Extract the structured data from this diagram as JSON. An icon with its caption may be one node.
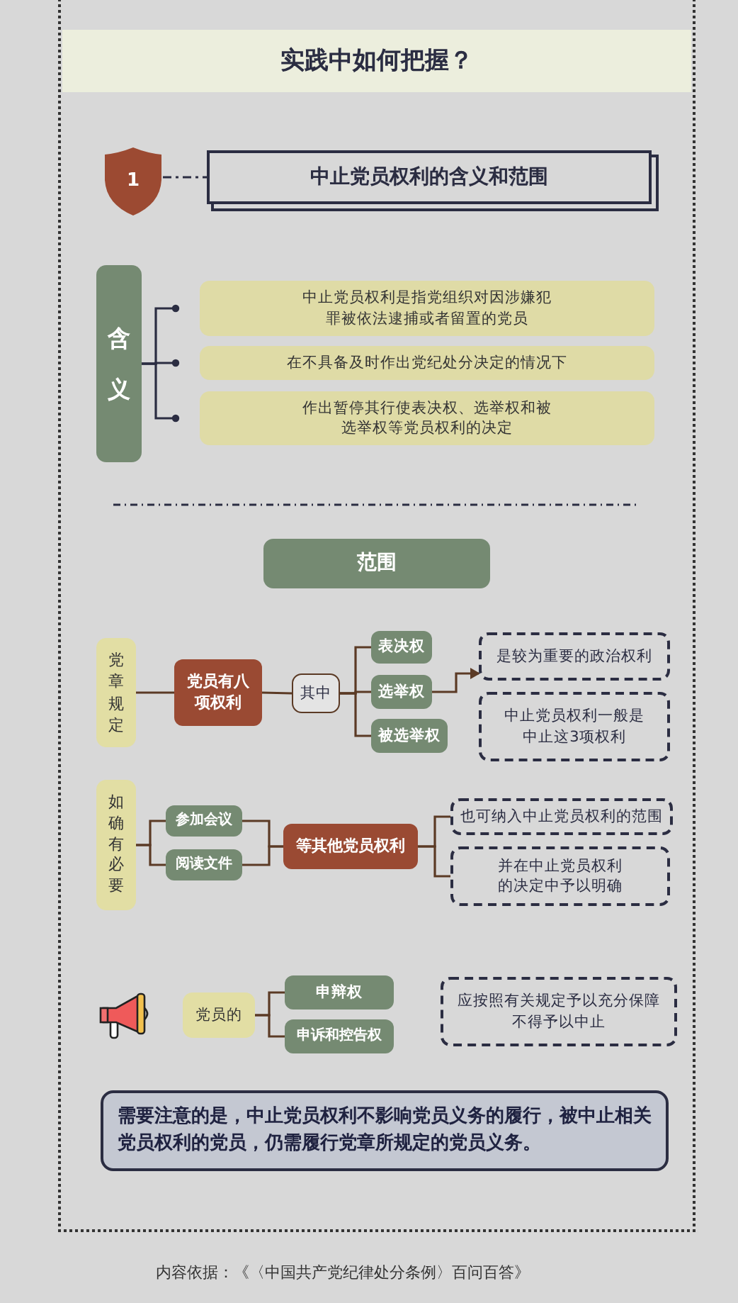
{
  "diagram": {
    "title": "实践中如何把握？",
    "nodes": [
      {
        "text": [
          "1"
        ]
      },
      {
        "text": [
          "中止党员权利的含义和范围"
        ]
      },
      {
        "text": [
          "含义"
        ]
      },
      {
        "text": [
          "中止党员权利是指党组织对因涉嫌犯罪被依法逮捕或者留置的党员"
        ]
      },
      {
        "text": [
          "在不具备及时作出党纪处分决定的情况下"
        ]
      },
      {
        "text": [
          "作出暂停其行使表决权、选举权和被选举权等党员权利的决定"
        ]
      },
      {
        "text": [
          "范围"
        ]
      },
      {
        "text": [
          "党章规定"
        ]
      },
      {
        "text": [
          "党员有八项权利"
        ]
      },
      {
        "text": [
          "其中"
        ]
      },
      {
        "text": [
          "表决权"
        ]
      },
      {
        "text": [
          "选举权"
        ]
      },
      {
        "text": [
          "被选举权"
        ]
      },
      {
        "text": [
          "是较为重要的政治权利"
        ]
      },
      {
        "text": [
          "中止党员权利一般是中止这3项权利"
        ]
      },
      {
        "text": [
          "如确有必要"
        ]
      },
      {
        "text": [
          "参加会议"
        ]
      },
      {
        "text": [
          "阅读文件"
        ]
      },
      {
        "text": [
          "等其他党员权利"
        ]
      },
      {
        "text": [
          "也可纳入中止党员权利的范围"
        ]
      },
      {
        "text": [
          "并在中止党员权利的决定中予以明确"
        ]
      },
      {
        "text": [
          "党员的"
        ]
      },
      {
        "text": [
          "申辩权"
        ]
      },
      {
        "text": [
          "申诉和控告权"
        ]
      },
      {
        "text": [
          "应按照有关规定予以充分保障不得予以中止"
        ]
      },
      {
        "text": [
          "需要注意的是，中止党员权利不影响党员义务的履行，被中止相关党员权利的党员，仍需履行党章所规定的党员义务。"
        ]
      }
    ],
    "edges": [
      {
        "from": 0,
        "to": 1,
        "arrow": "none",
        "style": "dashed",
        "color": "#2b2d42"
      },
      {
        "from": 2,
        "to": 3,
        "arrow": "other",
        "color": "#2b2d42"
      },
      {
        "from": 2,
        "to": 4,
        "arrow": "other",
        "color": "#2b2d42"
      },
      {
        "from": 2,
        "to": 5,
        "arrow": "other",
        "color": "#2b2d42"
      },
      {
        "from": 7,
        "to": 8,
        "arrow": "none"
      },
      {
        "from": 8,
        "to": 9,
        "arrow": "none"
      },
      {
        "from": 9,
        "to": 10,
        "arrow": "none"
      },
      {
        "from": 9,
        "to": 11,
        "arrow": "none"
      },
      {
        "from": 9,
        "to": 12,
        "arrow": "none"
      },
      {
        "from": 11,
        "to": 13,
        "arrow": "to"
      },
      {
        "from": 15,
        "to": 16,
        "arrow": "none"
      },
      {
        "from": 15,
        "to": 17,
        "arrow": "none"
      },
      {
        "from": 16,
        "to": 18,
        "arrow": "none"
      },
      {
        "from": 17,
        "to": 18,
        "arrow": "none"
      },
      {
        "from": 18,
        "to": 19,
        "arrow": "none"
      },
      {
        "from": 18,
        "to": 20,
        "arrow": "none"
      },
      {
        "from": 21,
        "to": 22,
        "arrow": "none"
      },
      {
        "from": 21,
        "to": 23,
        "arrow": "none"
      }
    ],
    "caption": "内容依据：《〈中国共产党纪律处分条例〉百问百答》"
  }
}
